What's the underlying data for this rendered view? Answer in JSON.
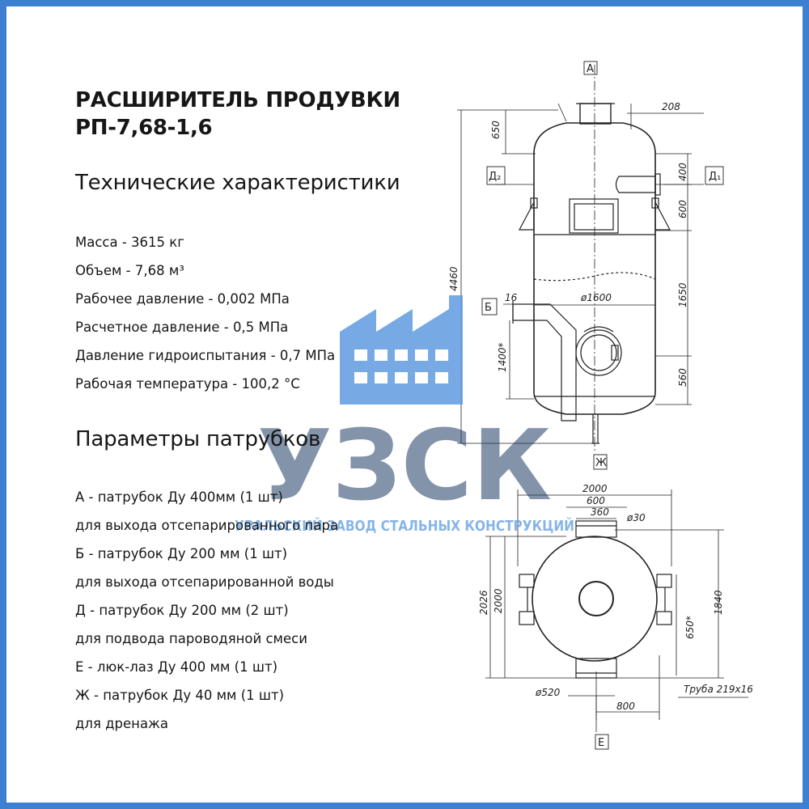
{
  "title": {
    "line1": "РАСШИРИТЕЛЬ ПРОДУВКИ",
    "line2": "РП-7,68-1,6"
  },
  "tech": {
    "heading": "Технические характеристики",
    "lines": [
      "Масса - 3615 кг",
      "Объем - 7,68 м³",
      "Рабочее давление - 0,002 МПа",
      "Расчетное давление - 0,5 МПа",
      "Давление гидроиспытания - 0,7 МПа",
      "Рабочая температура - 100,2 °С"
    ]
  },
  "nozzles": {
    "heading": "Параметры патрубков",
    "lines": [
      "А - патрубок Ду 400мм (1 шт)",
      "для выхода отсепарированного пара",
      "Б - патрубок Ду 200 мм (1 шт)",
      "для выхода отсепарированной воды",
      "Д - патрубок Ду 200 мм (2 шт)",
      "для подвода пароводяной смеси",
      "Е - люк-лаз Ду 400 мм (1 шт)",
      "Ж - патрубок Ду 40 мм (1 шт)",
      "для дренажа"
    ]
  },
  "watermark": {
    "logo": "УЗСК",
    "subtitle": "УРАЛЬСКИЙ ЗАВОД СТАЛЬНЫХ КОНСТРУКЦИЙ"
  },
  "drawing": {
    "labels": {
      "a": "А",
      "b": "Б",
      "d1": "Д₁",
      "d2": "Д₂",
      "zh": "Ж",
      "e": "Е"
    },
    "dims_side": [
      "208",
      "650",
      "400",
      "600",
      "4460",
      "1650",
      "ø1600",
      "16",
      "1400*",
      "560"
    ],
    "dims_top": [
      "2000",
      "600",
      "360",
      "ø30",
      "2026",
      "2000",
      "1840",
      "650*",
      "ø520",
      "Труба 219х16",
      "800"
    ]
  },
  "colors": {
    "frame": "#3d7fd0",
    "logo_building": "#5f9be0",
    "logo_text": "#1f3d66"
  }
}
